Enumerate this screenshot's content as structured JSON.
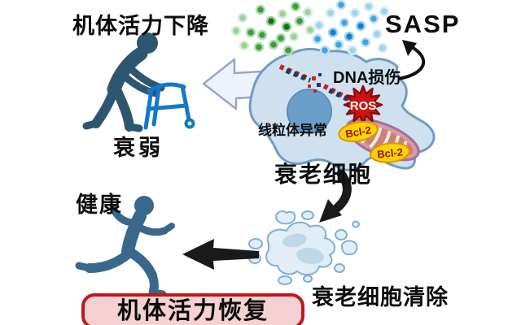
{
  "labels": {
    "vitality_decline": "机体活力下降",
    "frailty": "衰弱",
    "sasp": "SASP",
    "dna_damage": "DNA损伤",
    "ros": "ROS",
    "mito_abnormal": "线粒体异常",
    "bcl2_top": "Bcl-2",
    "bcl2_bottom": "Bcl-2",
    "senescent_cell": "衰老细胞",
    "senescent_clearance": "衰老细胞清除",
    "healthy": "健康",
    "vitality_recovery": "机体活力恢复"
  },
  "colors": {
    "elderly_figure": "#2d5670",
    "runner_figure": "#39688c",
    "walker_blue": "#1478c8",
    "cell_fill": "#cfe1ef",
    "cell_outline": "#6f9cc6",
    "nucleus_fill": "#6b9ec9",
    "ros_red": "#cc1414",
    "ros_outline": "#8f0a0a",
    "bcl2_yellow": "#f8d500",
    "bcl2_text": "#991111",
    "mito_fill": "#d89c9c",
    "mito_outline": "#a070a0",
    "recovery_box_fill": "#f4d2d4",
    "recovery_box_border": "#c3161c",
    "dot_green": "#3f9b3f",
    "dot_blue": "#3fa4e0",
    "arrow_black": "#1a1a1a",
    "hollow_arrow_fill": "#eef2fb",
    "hollow_arrow_border": "#97a6cb"
  },
  "icons": {
    "elderly_walker_icon": "person-bent-over-walker",
    "runner_icon": "running-person",
    "sasp_dots_icon": "secreted-factor-particles",
    "dna_icon": "broken-dna-strand",
    "ros_icon": "red-starburst",
    "mitochondria_icon": "striped-mitochondrion",
    "destroyed_cell_icon": "fragmented-cell-blobs",
    "hollow_arrow_icon": "outlined-arrow-left",
    "sasp_arrow_icon": "curved-arrow-up-right",
    "down_arrow_icon": "thick-curved-arrow-down",
    "left_arrow_icon": "solid-arrow-left"
  }
}
